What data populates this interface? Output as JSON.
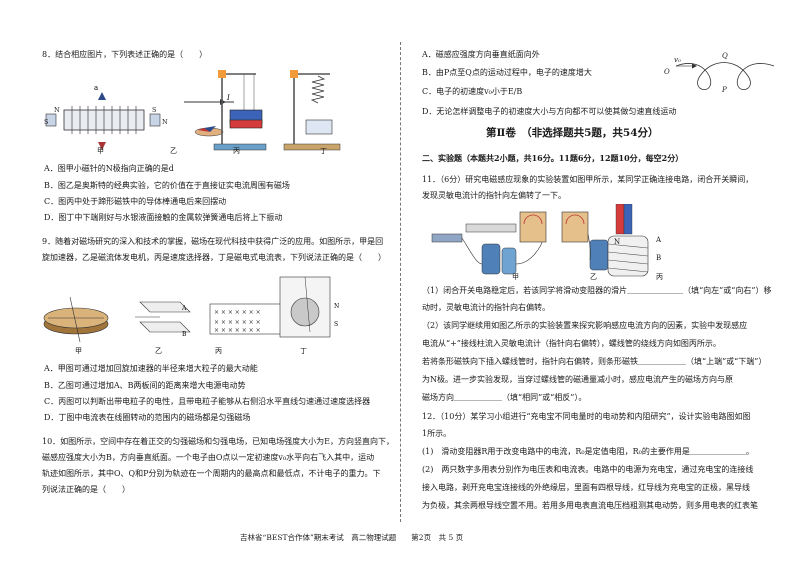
{
  "q8": {
    "stem": "8．结合相应图片，下列表述正确的是（　　）",
    "fig_labels": [
      "甲",
      "乙",
      "丙",
      "丁"
    ],
    "options": [
      "A．图甲小磁针的N极指向正确的是d",
      "B．图乙是奥斯特的经典实验，它的价值在于直接证实电流周围有磁场",
      "C．图丙中处于蹄形磁铁中的导体棒通电后来回摆动",
      "D．图丁中下端刚好与水银液面接触的金属软弹簧通电后将上下振动"
    ]
  },
  "q9": {
    "stem_lines": [
      "9．随着对磁场研究的深入和技术的掌握，磁场在现代科技中获得广泛的应用。如图所示，甲是回",
      "旋加速器，乙是磁流体发电机，丙是速度选择器，丁是磁电式电流表，下列说法正确的是（　　）"
    ],
    "fig_labels": [
      "甲",
      "乙",
      "丙",
      "丁"
    ],
    "options": [
      "A．甲图可通过增加回旋加速器的半径来增大粒子的最大动能",
      "B．乙图可通过增加A、B两板间的距离来增大电源电动势",
      "C．丙图可以判断出带电粒子的电性，且带电粒子能够从右侧沿水平直线匀速通过速度选择器",
      "D．丁图中电流表在线圈转动的范围内的磁场都是匀强磁场"
    ]
  },
  "q10": {
    "stem_lines": [
      "10．如图所示，空间中存在着正交的匀强磁场和匀强电场，已知电场强度大小为E，方向竖直向下，",
      "磁感应强度大小为B，方向垂直纸面。一个电子由O点以一定初速度v₀水平向右飞入其中，运动",
      "轨迹如图所示，其中O、Q和P分别为轨迹在一个周期内的最高点和最低点，不计电子的重力。下",
      "列说法正确的是（　　）"
    ],
    "fig_labels": [
      "O",
      "Q",
      "P",
      "v₀"
    ]
  },
  "right": {
    "q10_options": [
      "A．磁感应强度方向垂直纸面向外",
      "B．由P点至Q点的运动过程中，电子的速度增大",
      "C．电子的初速度v₀小于E/B",
      "D．无论怎样调整电子的初速度大小与方向都不可以使其做匀速直线运动"
    ],
    "part2_title": "第Ⅱ卷　（非选择题共5题，共54分）",
    "exp_heading": "二、实验题（本题共2小题，共16分。11题6分，12题10分，每空2分）",
    "q11_lines": [
      "11．（6分）研究电磁感应现象的实验装置如图甲所示，某同学正确连接电路，闭合开关瞬间，",
      "发现灵敏电流计的指针向左偏转了一下。"
    ],
    "q11_fig_labels": [
      "甲",
      "乙",
      "丙",
      "A",
      "B",
      "N"
    ],
    "q11_body": [
      "（1）闭合开关电路稳定后，若该同学将滑动变阻器的滑片＿＿＿＿＿＿＿（填“向左”或“向右”）移",
      "动时，灵敏电流计的指针向右偏转。",
      "（2）该同学继续用如图乙所示的实验装置来探究影响感应电流方向的因素，实验中发现感应",
      "电流从“+”接线柱流入灵敏电流计（指针向右偏转），螺线管的绕线方向如图丙所示。",
      "若将条形磁铁向下插入螺线管时，指针向右偏转，则条形磁铁＿＿＿＿＿＿（填“上端”或“下端”）",
      "为N极。进一步实验发现，当穿过螺线管的磁通量减小时，感应电流产生的磁场方向与原",
      "磁场方向＿＿＿＿＿＿（填“相同”或“相反”）。"
    ],
    "q12_body": [
      "12．（10分）某学习小组进行“充电宝不同电量时的电动势和内阻研究”，设计实验电路图如图",
      "1所示。",
      "(1)　滑动变阻器R用于改变电路中的电流，R₀是定值电阻，R₀的主要作用是＿＿＿＿＿＿＿。",
      "(2)　两只数字多用表分别作为电压表和电流表。电路中的电源为充电宝，通过充电宝的连接线",
      "接入电路，剥开充电宝连接线的外绝缘层，里面有四根导线，红导线为充电宝的正极，黑导线",
      "为负极，其余两根导线空置不用。若用多用电表直流电压档粗测其电动势，则多用电表的红表笔"
    ]
  },
  "footer": "吉林省“BEST合作体”期末考试　高二物理试题　　第2页　共 5 页"
}
